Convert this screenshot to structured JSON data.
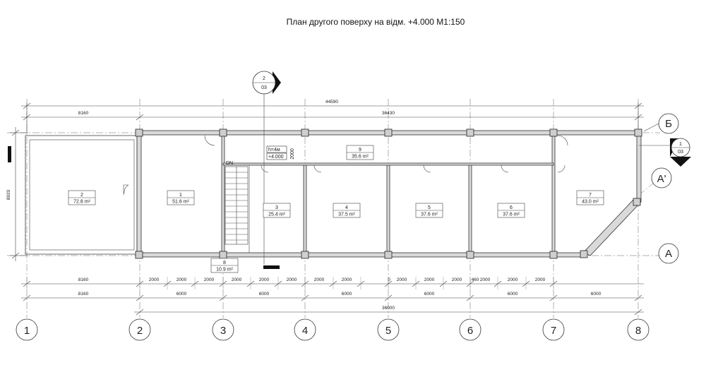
{
  "title": "План другого поверху на відм. +4.000  М1:150",
  "axes_numbers": [
    "1",
    "2",
    "3",
    "4",
    "5",
    "6",
    "7",
    "8"
  ],
  "axes_letters": [
    "Б",
    "А'",
    "А"
  ],
  "dims_top": {
    "overall": "44590",
    "left": "8160",
    "right": "36430"
  },
  "dim_left_vertical": "8920",
  "dims_bottom_row1": [
    "8160",
    "2000",
    "2000",
    "2000",
    "2000",
    "2000",
    "2000",
    "2000",
    "2000",
    "0",
    "2000",
    "2000",
    "2000",
    "460",
    "2000",
    "2000",
    "2000"
  ],
  "dims_bottom_row2": [
    "8160",
    "6000",
    "6000",
    "6000",
    "6000",
    "6000",
    "6000"
  ],
  "dims_bottom_row3": "36000",
  "stair_dim": "2000",
  "stair_label": "DN",
  "level_mark": {
    "h": "h=4м",
    "level": "+4.000"
  },
  "section_marks": [
    {
      "num": "2",
      "sheet": "03"
    },
    {
      "num": "1",
      "sheet": "03"
    }
  ],
  "rooms": [
    {
      "num": "1",
      "area": "51.6 m²"
    },
    {
      "num": "2",
      "area": "72.8 m²"
    },
    {
      "num": "3",
      "area": "25.4 m²"
    },
    {
      "num": "4",
      "area": "37.5 m²"
    },
    {
      "num": "5",
      "area": "37.6 m²"
    },
    {
      "num": "6",
      "area": "37.6 m²"
    },
    {
      "num": "7",
      "area": "43.0 m²"
    },
    {
      "num": "8",
      "area": "10.9 m²"
    },
    {
      "num": "9",
      "area": "35.6 m²"
    }
  ]
}
